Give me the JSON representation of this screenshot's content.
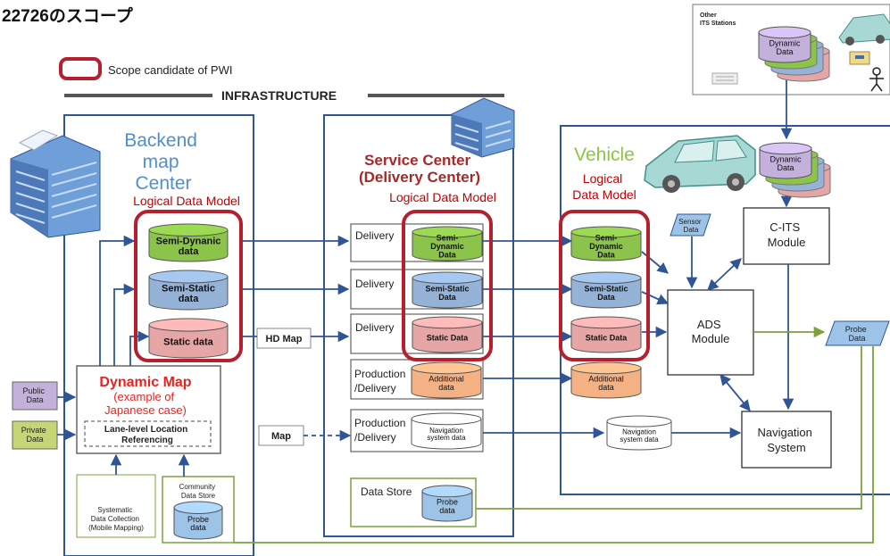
{
  "title": "22726のスコープ",
  "legend": {
    "label": "Scope candidate of PWI"
  },
  "infrastructure": {
    "label": "INFRASTRUCTURE"
  },
  "backend": {
    "title": [
      "Backend",
      "map",
      "Center"
    ],
    "ldm": "Logical Data Model",
    "semi_dynamic": [
      "Semi-Dynanic",
      "data"
    ],
    "semi_static": [
      "Semi-Static",
      "data"
    ],
    "static": "Static data"
  },
  "dynamic_map": {
    "title": "Dynamic Map",
    "sub": [
      "(example of",
      "Japanese case)"
    ],
    "lane": [
      "Lane-level Location",
      "Referencing"
    ]
  },
  "inputs": {
    "public": [
      "Public",
      "Data"
    ],
    "private": [
      "Private",
      "Data"
    ],
    "systematic": [
      "Systematic",
      "Data Collection",
      "(Mobile Mapping)"
    ],
    "community": [
      "Community",
      "Data Store"
    ],
    "probe": [
      "Probe",
      "data"
    ]
  },
  "hd_map": "HD Map",
  "map": "Map",
  "service": {
    "title": [
      "Service Center",
      "(Delivery Center)"
    ],
    "ldm": "Logical Data Model",
    "delivery": "Delivery",
    "production": [
      "Production",
      "/Delivery"
    ],
    "semi_dynamic": [
      "Semi-",
      "Dynamic",
      "Data"
    ],
    "semi_static": [
      "Semi-Static",
      "Data"
    ],
    "static": "Static Data",
    "additional": [
      "Additional",
      "data"
    ],
    "navigation": [
      "Navigation",
      "system data"
    ],
    "data_store": "Data Store",
    "probe": [
      "Probe",
      "data"
    ]
  },
  "vehicle": {
    "title": "Vehicle",
    "ldm": [
      "Logical",
      "Data Model"
    ],
    "sensor": [
      "Sensor",
      "Data"
    ],
    "semi_dynamic": [
      "Semi-",
      "Dynamic",
      "Data"
    ],
    "semi_static": [
      "Semi-Static",
      "Data"
    ],
    "static": "Static Data",
    "additional": [
      "Additional",
      "data"
    ],
    "navigation": [
      "Navigation",
      "system data"
    ],
    "ads": [
      "ADS",
      "Module"
    ],
    "c_its": [
      "C-ITS",
      "Module"
    ],
    "nav_system": [
      "Navigation",
      "System"
    ],
    "probe": [
      "Probe",
      "Data"
    ],
    "dynamic": [
      "Dynamic",
      "Data"
    ]
  },
  "its": {
    "label": [
      "Other",
      "ITS Stations"
    ],
    "dynamic": [
      "Dynamic",
      "Data"
    ]
  },
  "colors": {
    "scope": "#b5202e",
    "frame": "#2f5597",
    "backend_title": "#4f8fd1",
    "service_title": "#a52a2a",
    "vehicle_title": "#8cc63f",
    "dynamic_title": "#e8231f",
    "semi_dynamic": "#8cc34a",
    "semi_static": "#95b3d7",
    "static": "#e6a6a6",
    "additional": "#f4b183",
    "probe": "#9dc3e6",
    "public": "#c3b1dc",
    "private": "#c7d675",
    "green_line": "#7aa33e"
  }
}
